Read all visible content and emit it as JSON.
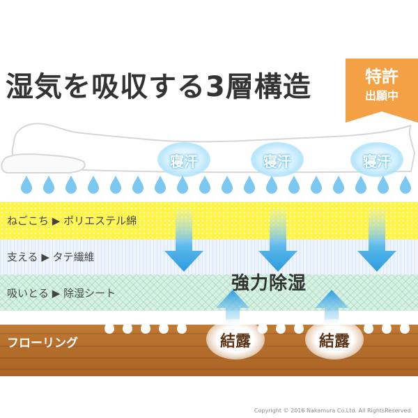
{
  "title": "湿気を吸収する3層構造",
  "badge": {
    "line1": "特許",
    "line2": "出願中"
  },
  "sweat_label": "寝汗",
  "layers": {
    "top": "ねごこち ▶ ポリエステル綿",
    "middle": "支える ▶ タテ繊維",
    "bottom": "吸いとる ▶ 除湿シート",
    "floor": "フローリング"
  },
  "strong_dehumid": "強力除湿",
  "condensation_label": "結露",
  "copyright": "Copyright © 2016 Nakamura Co.Ltd. All RightsReserved.",
  "colors": {
    "yellow_band": "#fff44a",
    "blue_band": "#eef4fc",
    "green_band": "#d8f1e3",
    "wood": "#b46e2b",
    "badge": "#f4a045",
    "drop": "#7cc8ef",
    "arrow": "#3aa3e3"
  }
}
